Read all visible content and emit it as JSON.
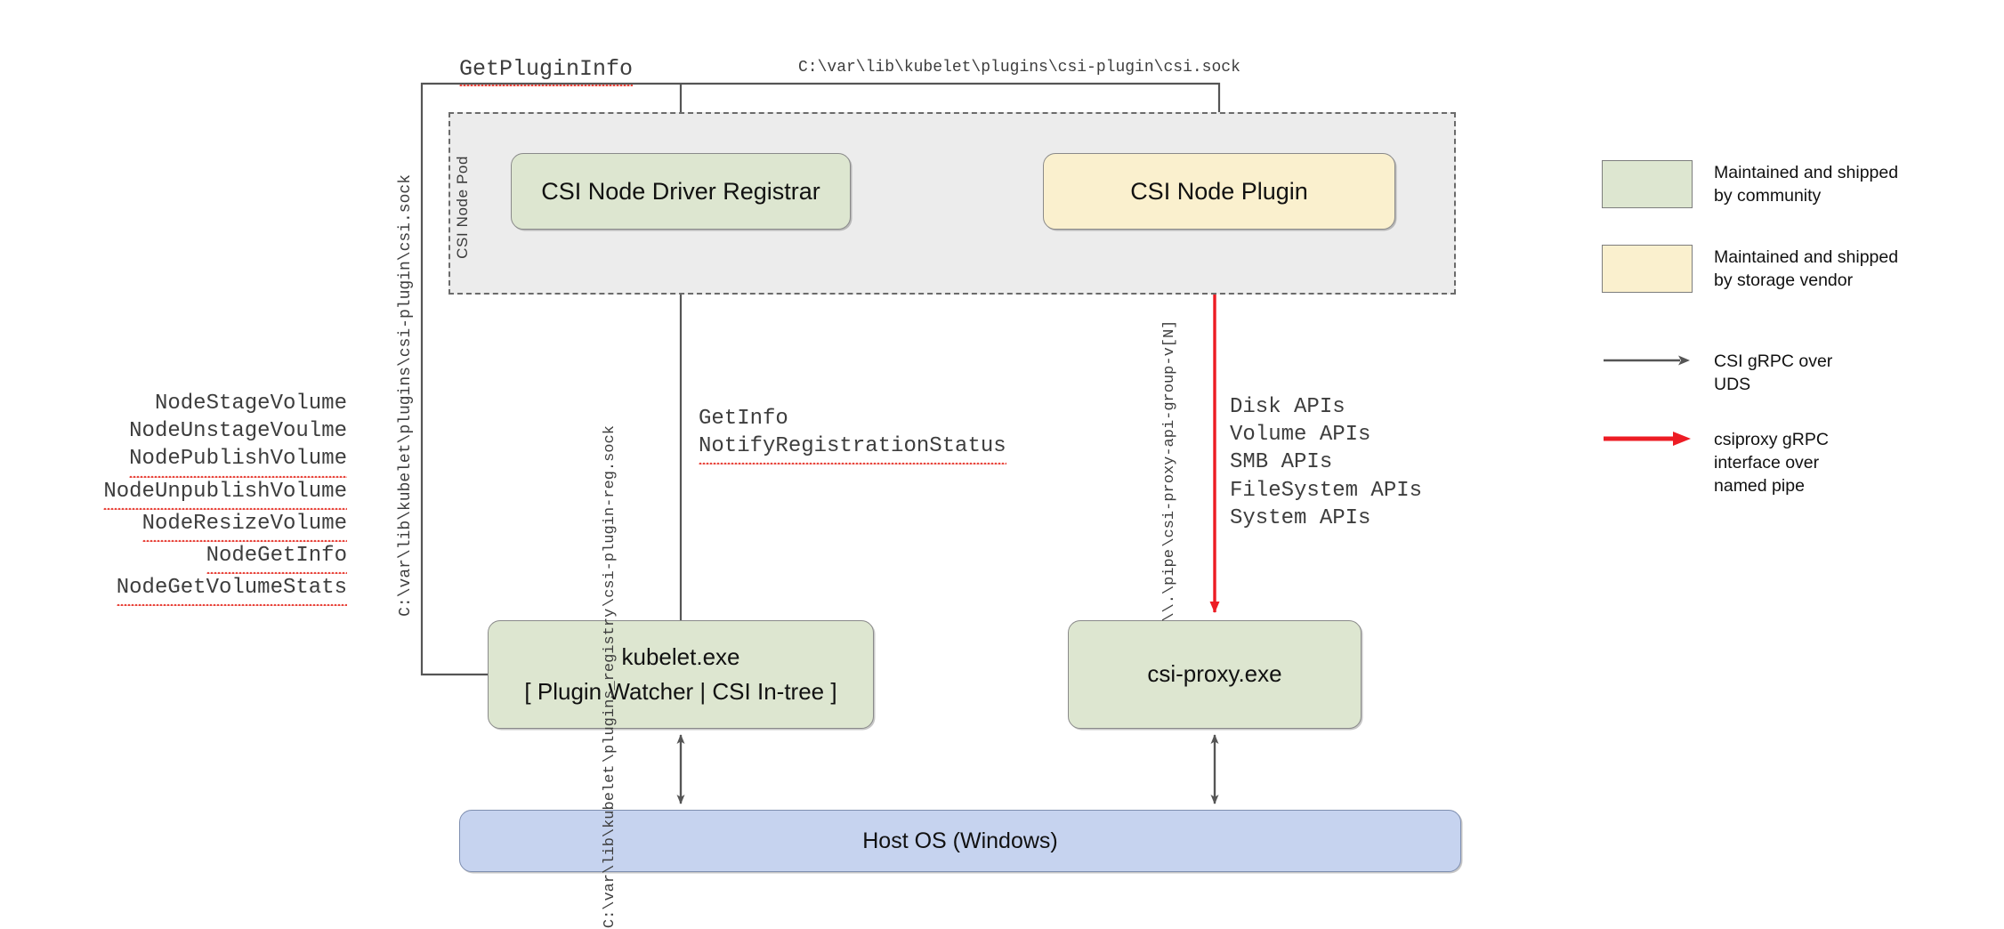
{
  "diagram": {
    "pod": {
      "label": "CSI Node Pod"
    },
    "nodes": {
      "registrar": {
        "label": "CSI Node Driver Registrar",
        "fill": "#dde6d0"
      },
      "plugin": {
        "label": "CSI Node Plugin",
        "fill": "#faf0ce"
      },
      "kubelet": {
        "line1": "kubelet.exe",
        "line2": "[ Plugin Watcher | CSI In-tree ]",
        "fill": "#dde6d0"
      },
      "csiproxy": {
        "label": "csi-proxy.exe",
        "fill": "#dde6d0"
      },
      "hostos": {
        "label": "Host OS (Windows)",
        "fill": "#c6d3ef"
      }
    },
    "labels": {
      "get_plugin_info": "GetPluginInfo",
      "csi_sock_path_top": "C:\\var\\lib\\kubelet\\plugins\\csi-plugin\\csi.sock",
      "csi_sock_path_vertical": "C:\\var\\lib\\kubelet\\plugins\\csi-plugin\\csi.sock",
      "registry_sock_line1": "C:\\var\\lib\\kubelet",
      "registry_sock_line2": "\\plugins_registry",
      "registry_sock_line3": "\\csi-plugin-reg.sock",
      "named_pipe_line1": "\\\\.\\pipe",
      "named_pipe_line2": "\\csi-proxy-api-group-v[N]",
      "get_info": "GetInfo",
      "notify_registration_status": "NotifyRegistrationStatus"
    },
    "node_api_calls": [
      "NodeStageVolume",
      "NodeUnstageVoulme",
      "NodePublishVolume",
      "NodeUnpublishVolume",
      "NodeResizeVolume",
      "NodeGetInfo",
      "NodeGetVolumeStats"
    ],
    "csiproxy_api_groups": [
      "Disk APIs",
      "Volume APIs",
      "SMB APIs",
      "FileSystem APIs",
      "System APIs"
    ]
  },
  "legend": {
    "community": {
      "line1": "Maintained and shipped",
      "line2": "by community",
      "color": "#dde6d0"
    },
    "vendor": {
      "line1": "Maintained and shipped",
      "line2": "by storage vendor",
      "color": "#faf0ce"
    },
    "uds": {
      "line1": "CSI gRPC over",
      "line2": "UDS",
      "color": "#555555"
    },
    "csiproxy": {
      "line1": "csiproxy gRPC",
      "line2": "interface over",
      "line3": "named pipe",
      "color": "#ed1c24"
    }
  }
}
